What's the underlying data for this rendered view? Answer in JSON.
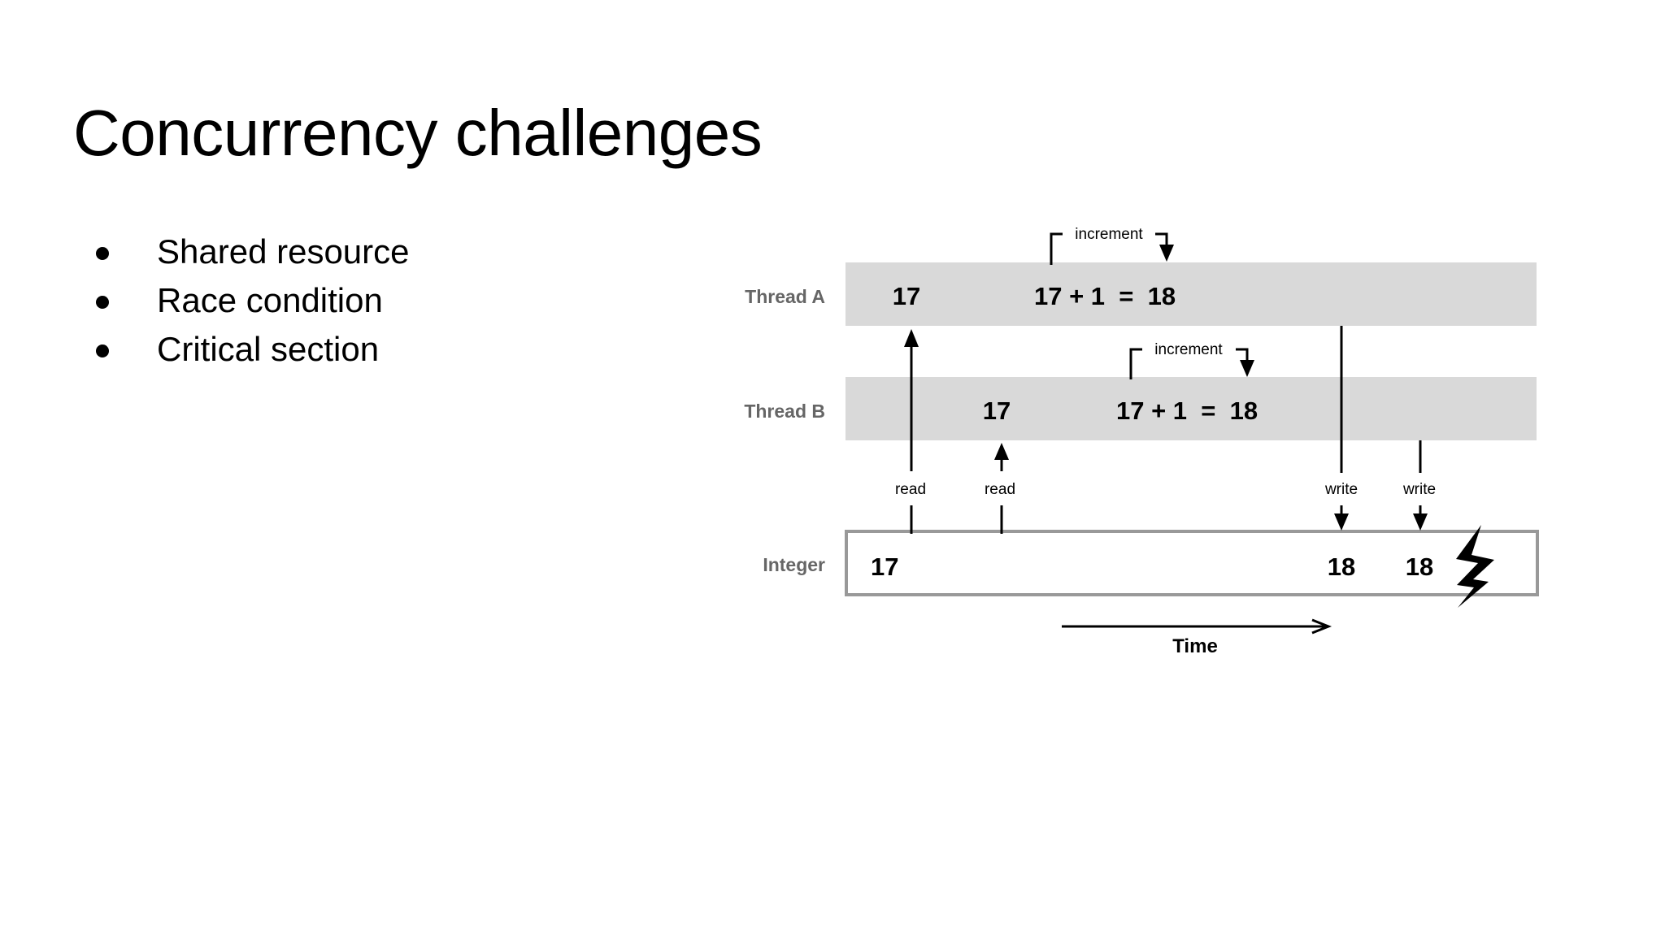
{
  "title": "Concurrency challenges",
  "bullets": [
    "Shared resource",
    "Race condition",
    "Critical section"
  ],
  "diagram": {
    "rows": {
      "thread_a": "Thread A",
      "thread_b": "Thread B",
      "integer": "Integer"
    },
    "thread_a": {
      "read_value": "17",
      "calc": "17 + 1  =  18",
      "step_label": "increment"
    },
    "thread_b": {
      "read_value": "17",
      "calc": "17 + 1  =  18",
      "step_label": "increment"
    },
    "integer": {
      "initial": "17",
      "after_a_write": "18",
      "after_b_write": "18"
    },
    "arrow_labels": {
      "read_a": "read",
      "read_b": "read",
      "write_a": "write",
      "write_b": "write"
    },
    "time_label": "Time",
    "colors": {
      "lane_fill": "#d9d9d9",
      "row_label": "#666666",
      "integer_border": "#999999",
      "ink": "#000000"
    }
  }
}
